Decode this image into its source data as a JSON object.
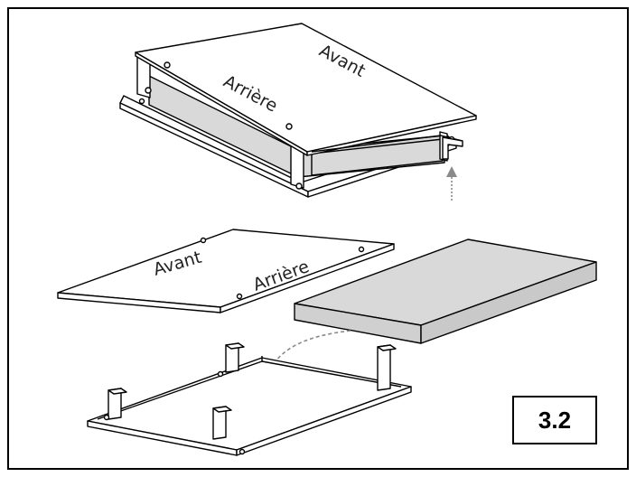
{
  "figure_number": "3.2",
  "labels": {
    "top_front": "Avant",
    "top_back": "Arrière",
    "lower_front": "Avant",
    "lower_back": "Arrière"
  },
  "colors": {
    "line": "#000000",
    "panel_fill": "#ffffff",
    "filter_fill": "#d9d9d9",
    "arrow": "#8a8a8a"
  }
}
